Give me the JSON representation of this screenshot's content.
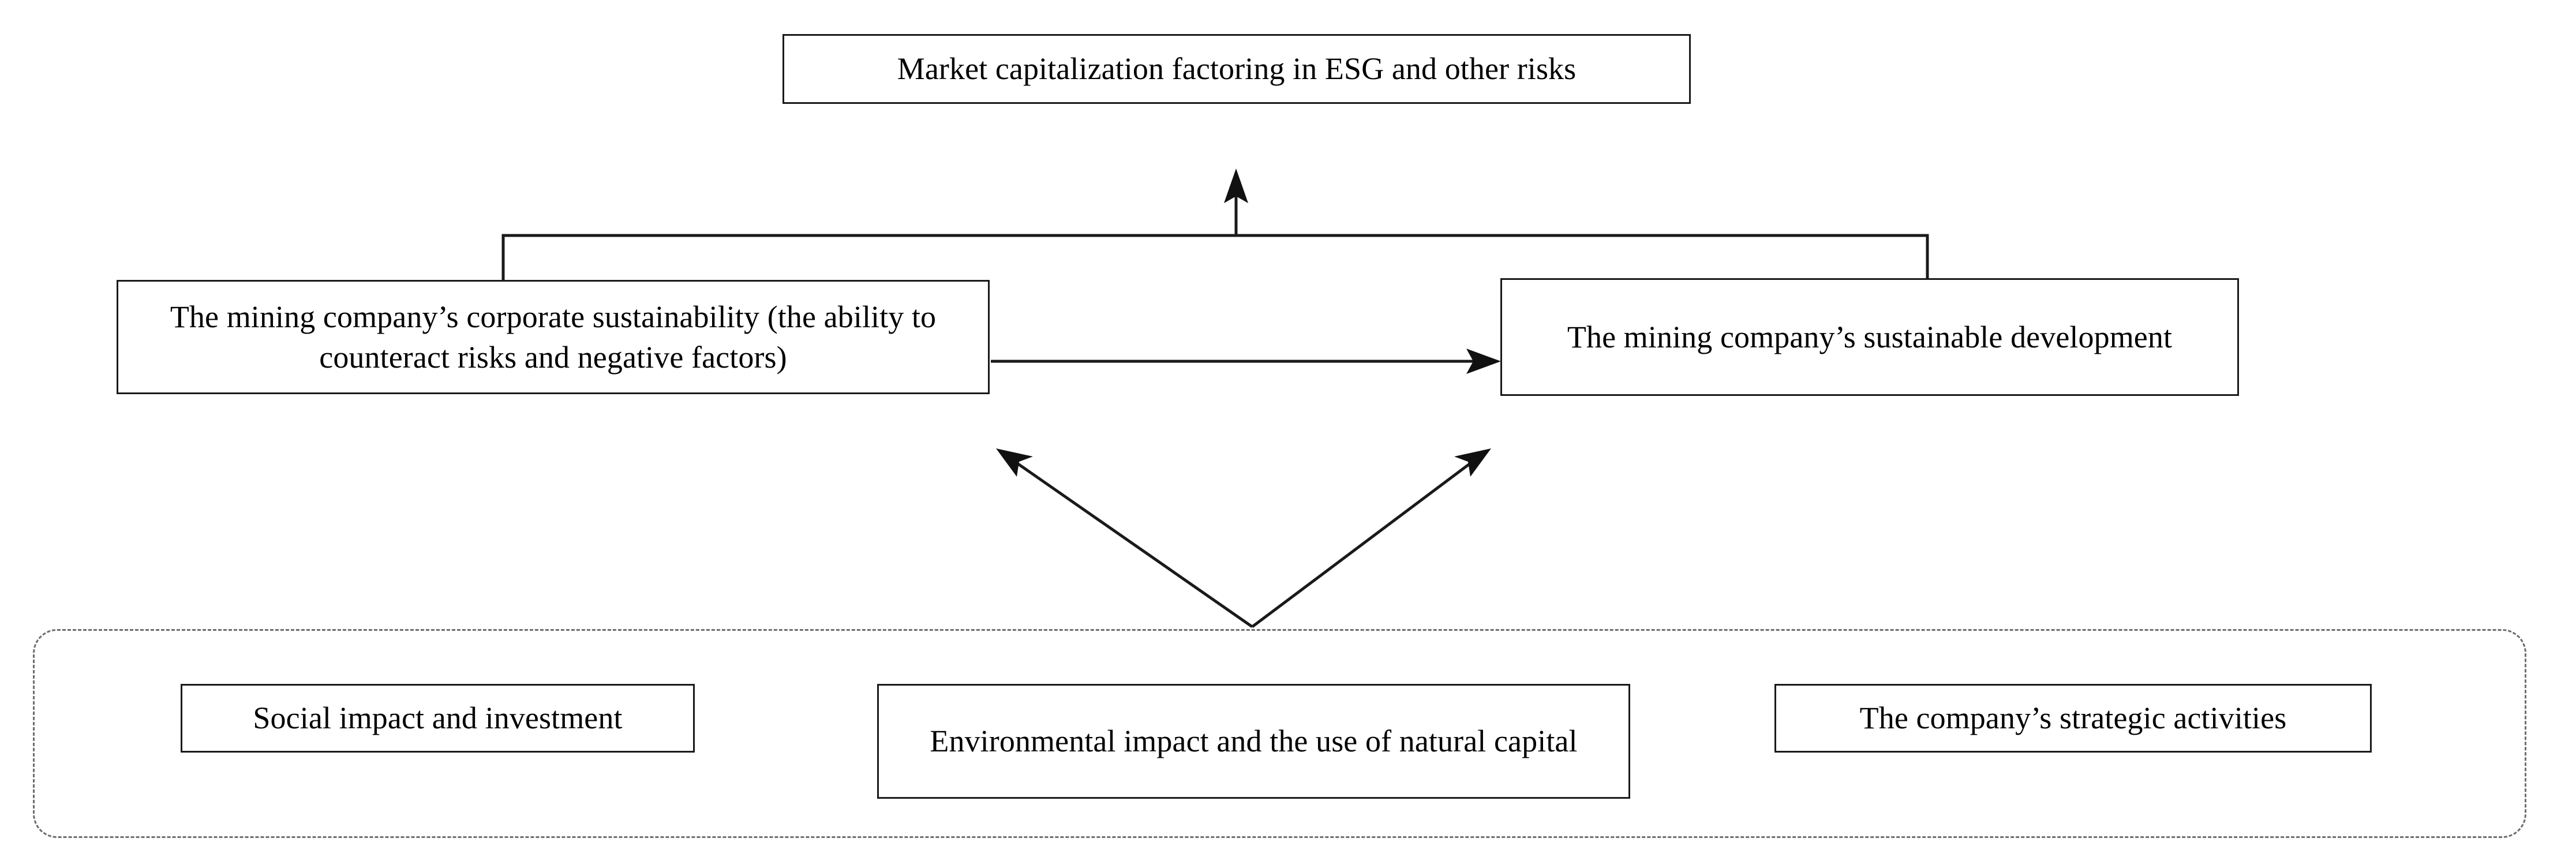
{
  "diagram": {
    "title": "Market capitalization factoring in ESG and other risks",
    "nodes": {
      "market_cap": {
        "label": "Market capitalization factoring in ESG and other risks",
        "level": "outcome"
      },
      "corporate_sustainability": {
        "label": "The mining company’s corporate sustainability (the ability to counteract risks and negative factors)",
        "level": "middle-left"
      },
      "sustainable_development": {
        "label": "The mining company’s sustainable development",
        "level": "middle-right"
      },
      "social_impact": {
        "label": "Social impact and investment",
        "level": "factor"
      },
      "environmental_impact": {
        "label": "Environmental impact and the use of natural capital",
        "level": "factor"
      },
      "strategic_activities": {
        "label": "The company’s strategic activities",
        "level": "factor"
      }
    },
    "connectors": [
      {
        "name": "bracket-to-market-cap",
        "type": "bracket-arrow",
        "from": [
          "corporate_sustainability",
          "sustainable_development"
        ],
        "to": "market_cap"
      },
      {
        "name": "sustainability-to-development",
        "type": "arrow",
        "from": "corporate_sustainability",
        "to": "sustainable_development"
      },
      {
        "name": "factors-to-sustainability",
        "type": "arrow",
        "from": "factors_group",
        "to": "corporate_sustainability"
      },
      {
        "name": "factors-to-development",
        "type": "arrow",
        "from": "factors_group",
        "to": "sustainable_development"
      }
    ],
    "colors": {
      "background": "#ffffff",
      "box_border": "#1a1a1a",
      "box_fill": "#ffffff",
      "text": "#000000",
      "connector": "#1a1a1a",
      "group_border": "#6e6e6e"
    }
  }
}
